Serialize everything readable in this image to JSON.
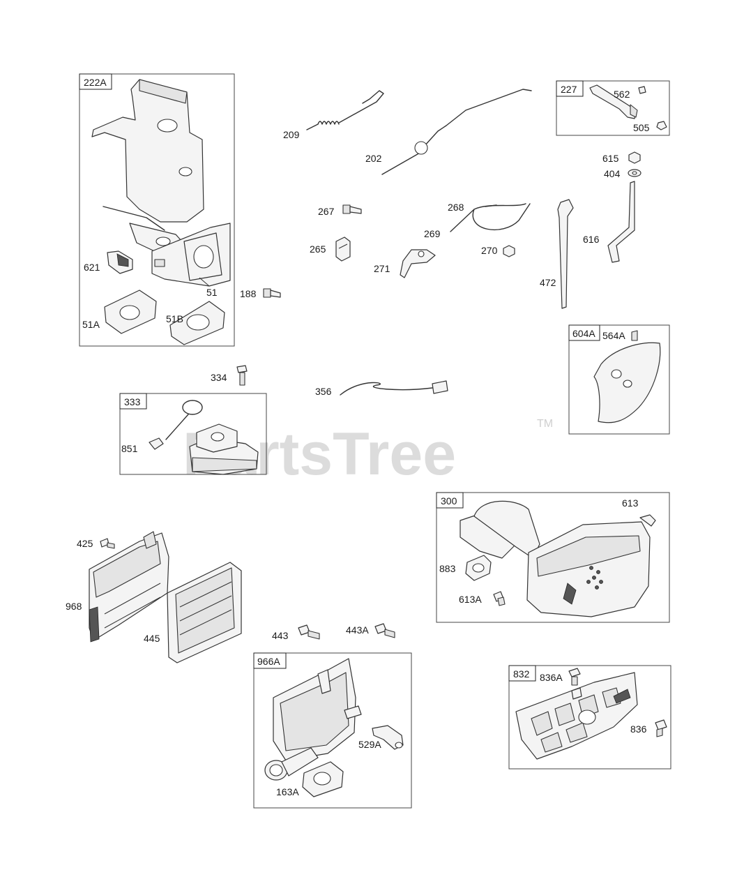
{
  "watermark": {
    "text": "PartsTree",
    "trademark": "TM"
  },
  "groups": [
    {
      "id": "222A",
      "label": "222A"
    },
    {
      "id": "227",
      "label": "227"
    },
    {
      "id": "604A",
      "label": "604A"
    },
    {
      "id": "333",
      "label": "333"
    },
    {
      "id": "300",
      "label": "300"
    },
    {
      "id": "966A",
      "label": "966A"
    },
    {
      "id": "832",
      "label": "832"
    }
  ],
  "callouts": {
    "p621": "621",
    "p51": "51",
    "p51A": "51A",
    "p51B": "51B",
    "p209": "209",
    "p202": "202",
    "p267": "267",
    "p265": "265",
    "p268": "268",
    "p269": "269",
    "p270": "270",
    "p271": "271",
    "p188": "188",
    "p562": "562",
    "p505": "505",
    "p615": "615",
    "p404": "404",
    "p616": "616",
    "p472": "472",
    "p564A": "564A",
    "p334": "334",
    "p356": "356",
    "p851": "851",
    "p613": "613",
    "p883": "883",
    "p613A": "613A",
    "p425": "425",
    "p968": "968",
    "p445": "445",
    "p443": "443",
    "p443A": "443A",
    "p529A": "529A",
    "p163A": "163A",
    "p836A": "836A",
    "p836": "836"
  }
}
